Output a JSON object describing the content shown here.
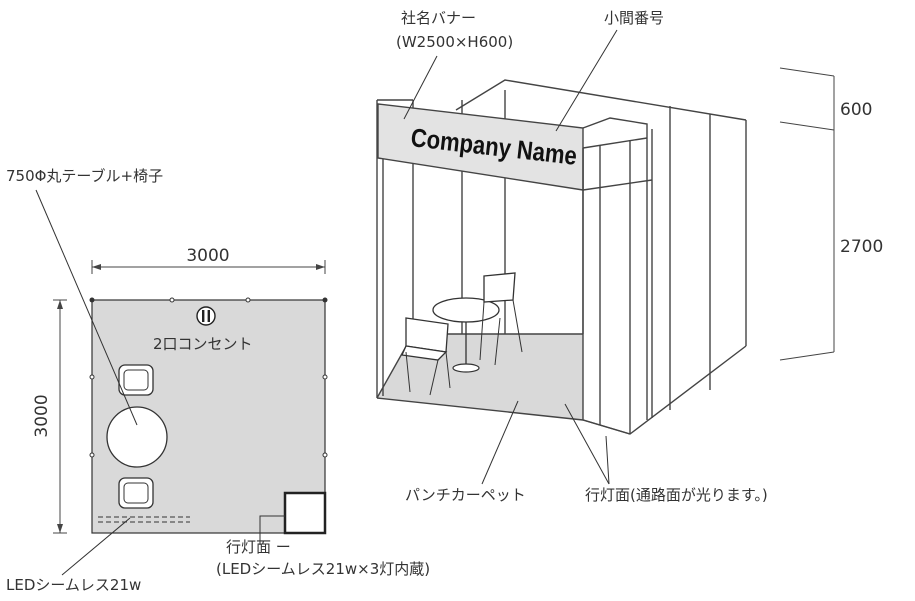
{
  "labels": {
    "banner": "社名バナー",
    "banner_size": "(W2500×H600)",
    "booth_number": "小間番号",
    "company_name": "Company Name",
    "table_chairs": "750Φ丸テーブル+椅子",
    "outlet": "2口コンセント",
    "led": "LEDシームレス21w",
    "lightbox_plan": "行灯面 ー",
    "lightbox_plan_detail": "(LEDシームレス21w×3灯内蔵)",
    "punch_carpet": "パンチカーペット",
    "lightbox_3d": "行灯面(通路面が光ります。)"
  },
  "dimensions": {
    "plan_width": "3000",
    "plan_depth": "3000",
    "banner_height": "600",
    "wall_height": "2700"
  },
  "colors": {
    "floor": "#d9d9d9",
    "banner": "#e3e3e3",
    "line": "#444444"
  }
}
